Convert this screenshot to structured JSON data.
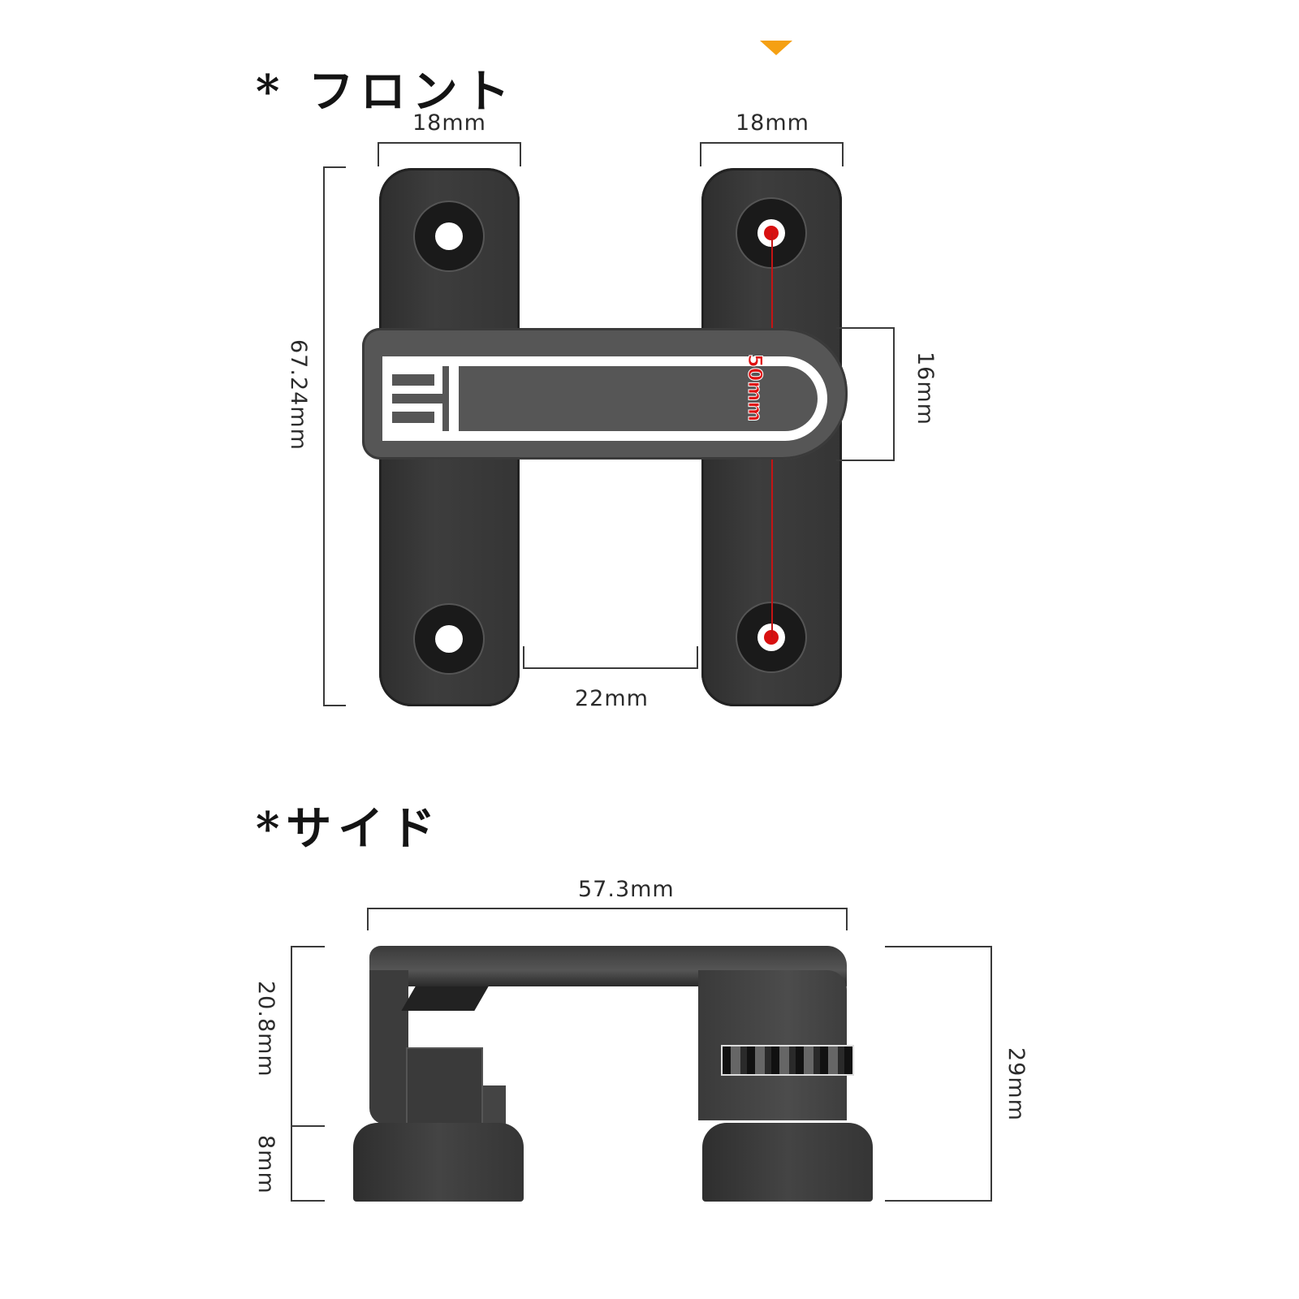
{
  "front_section": {
    "title": "* フロント",
    "marker_color": "#f5a012",
    "dimensions": {
      "left_plate_width": "18mm",
      "right_plate_width": "18mm",
      "total_height": "67.24mm",
      "bar_height": "16mm",
      "hole_spacing": "50mm",
      "gap": "22mm"
    }
  },
  "side_section": {
    "title": "*サイド",
    "dimensions": {
      "total_width": "57.3mm",
      "upper_height": "20.8mm",
      "base_height": "8mm",
      "total_height": "29mm"
    }
  },
  "colors": {
    "product_dark": "#333333",
    "bar_gray": "#5a5a5a",
    "accent_red": "#d81010",
    "outline_white": "#ffffff"
  }
}
